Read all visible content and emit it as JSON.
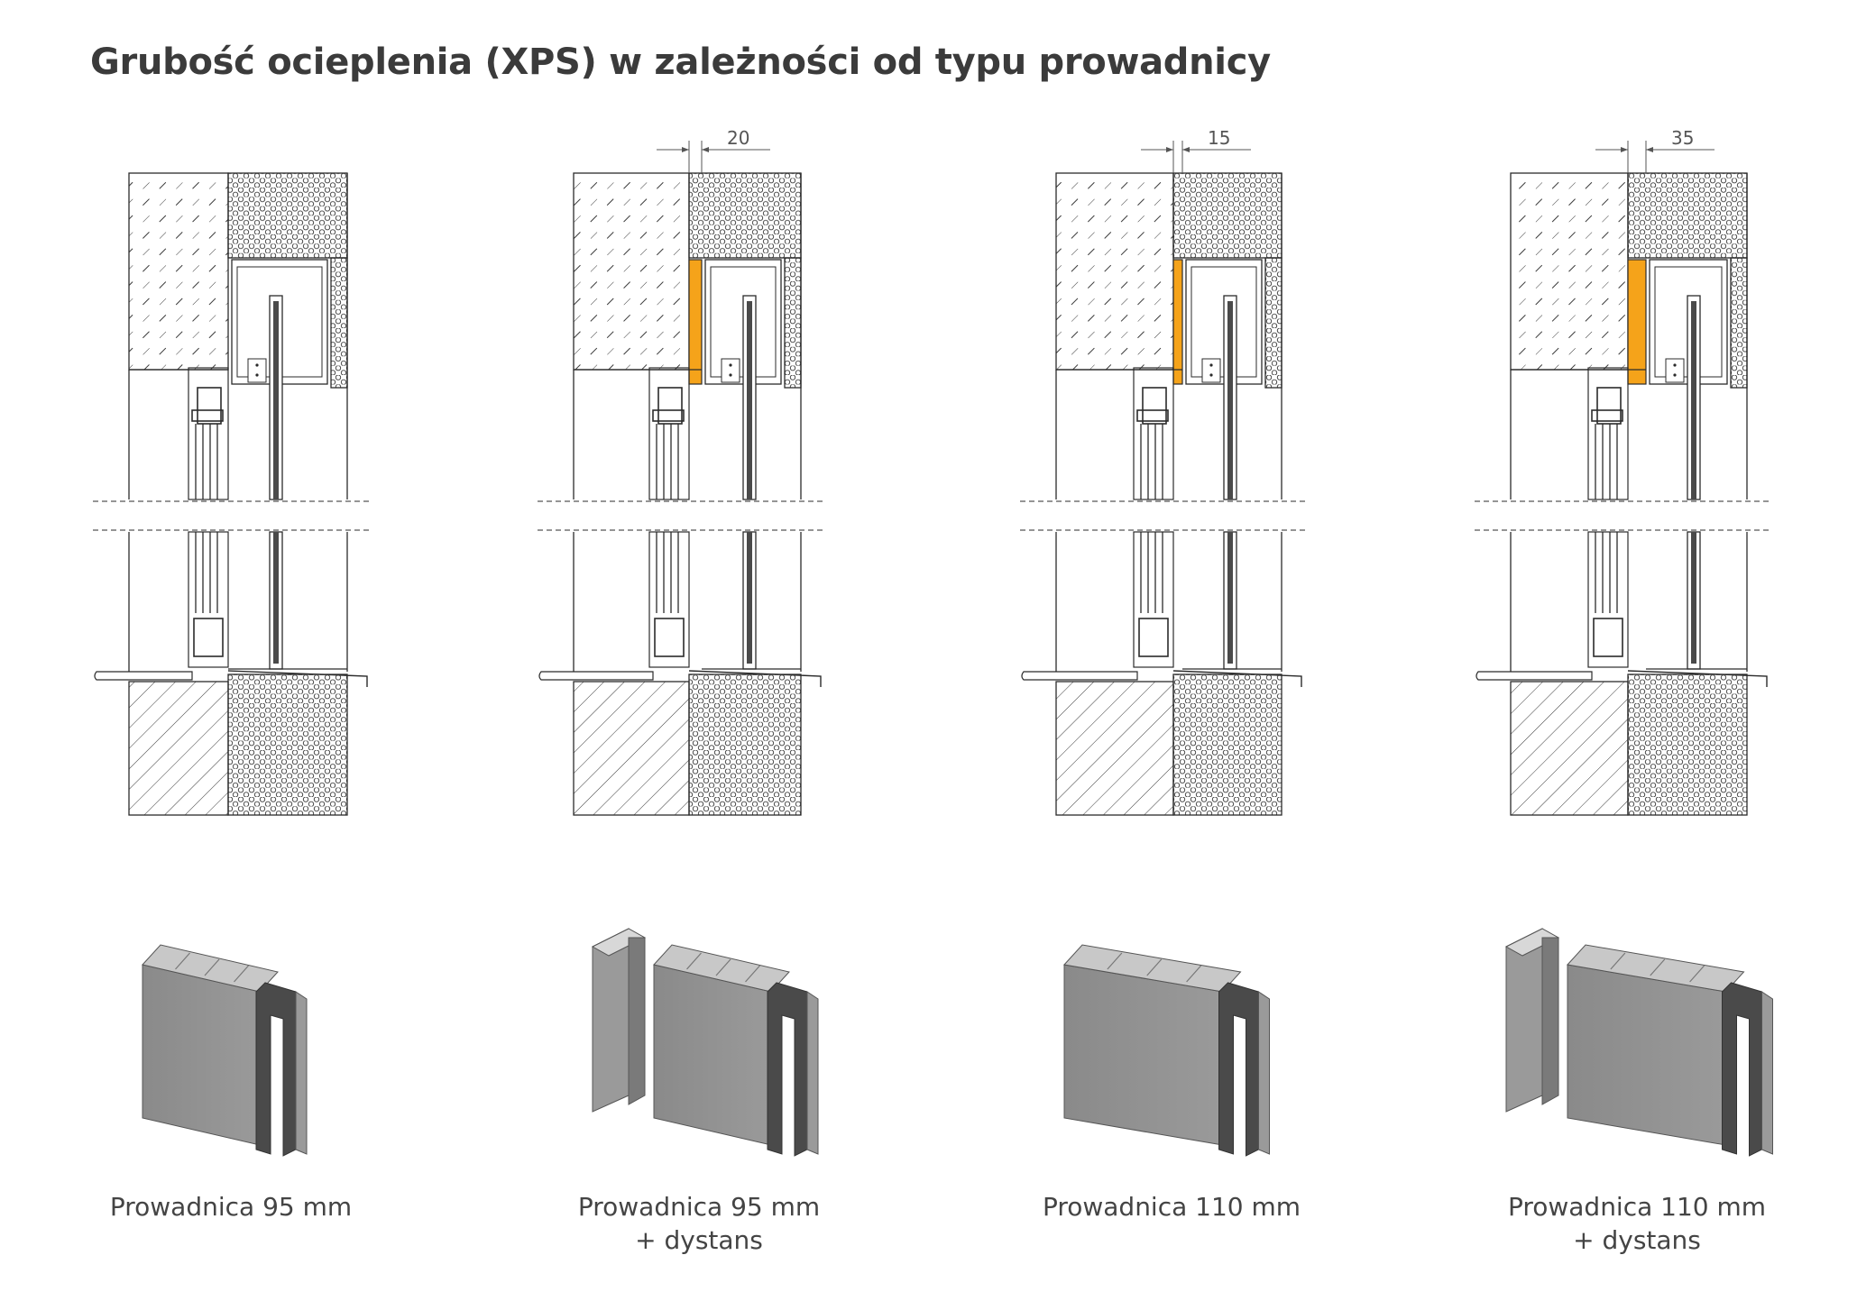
{
  "title": "Grubość ocieplenia (XPS) w zależności od typu prowadnicy",
  "colors": {
    "line": "#2b2b2b",
    "spacer": "#f5a31a",
    "profile_face": "#8e8e8e",
    "profile_light": "#c8c8c8",
    "profile_dark": "#4a4a4a"
  },
  "variants": [
    {
      "caption_line1": "Prowadnica 95 mm",
      "caption_line2": "",
      "dimension": ""
    },
    {
      "caption_line1": "Prowadnica 95 mm",
      "caption_line2": "+ dystans",
      "dimension": "20"
    },
    {
      "caption_line1": "Prowadnica 110 mm",
      "caption_line2": "",
      "dimension": "15"
    },
    {
      "caption_line1": "Prowadnica 110 mm",
      "caption_line2": "+ dystans",
      "dimension": "35"
    }
  ]
}
